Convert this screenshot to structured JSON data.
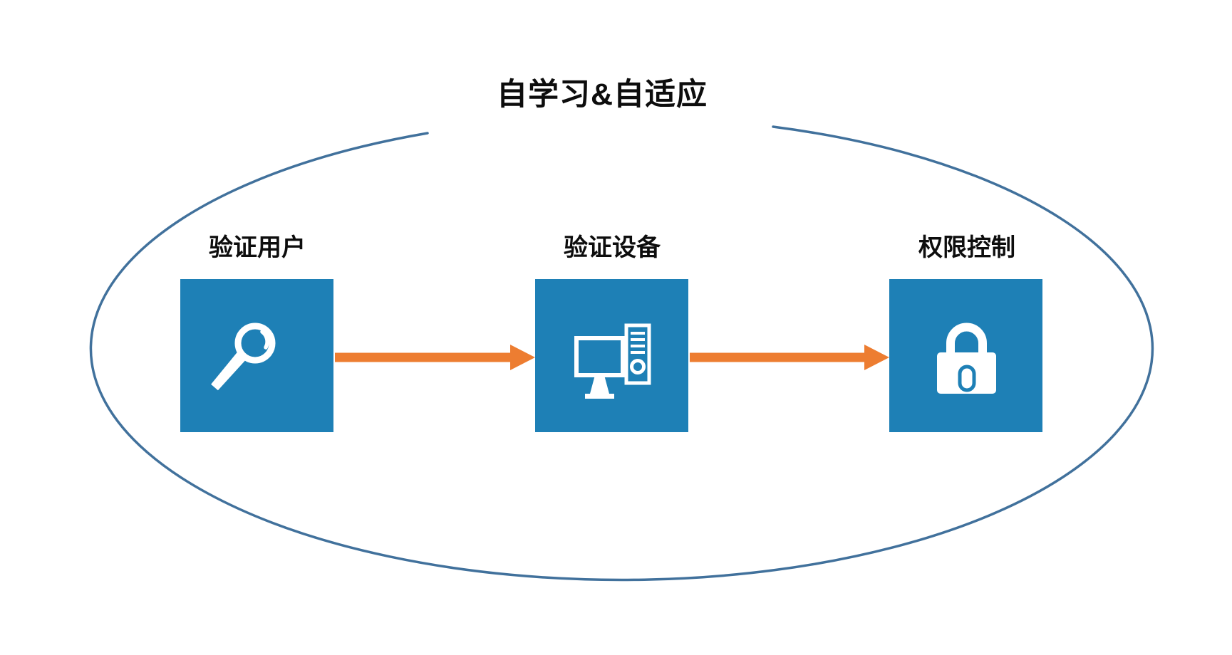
{
  "diagram": {
    "title": "自学习&自适应",
    "steps": [
      {
        "label": "验证用户",
        "icon": "magnifier-icon"
      },
      {
        "label": "验证设备",
        "icon": "computer-icon"
      },
      {
        "label": "权限控制",
        "icon": "lock-icon"
      }
    ]
  },
  "colors": {
    "box": "#1E80B6",
    "arrow": "#ED7D31",
    "ellipse": "#41719C",
    "text": "#0D0D0D",
    "background": "#FFFFFF",
    "icon": "#FFFFFF"
  }
}
